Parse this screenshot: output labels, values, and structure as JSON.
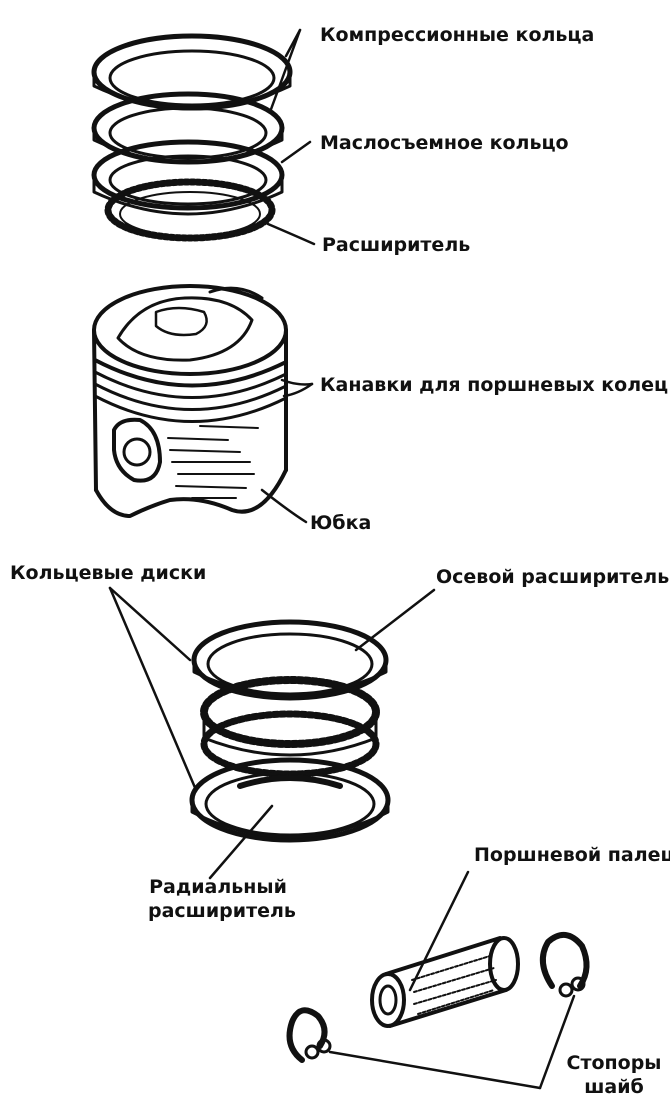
{
  "labels": {
    "compression_rings": "Компрессионные кольца",
    "oil_ring": "Маслосъемное кольцо",
    "expander": "Расширитель",
    "ring_grooves": "Канавки для поршневых колец",
    "skirt": "Юбка",
    "ring_discs": "Кольцевые диски",
    "axial_expander": "Осевой расширитель",
    "radial_expander_line1": "Радиальный",
    "radial_expander_line2": "расширитель",
    "piston_pin": "Поршневой палец",
    "circlips_line1": "Стопоры",
    "circlips_line2": "шайб"
  },
  "colors": {
    "ink": "#111111",
    "background": "#ffffff"
  }
}
